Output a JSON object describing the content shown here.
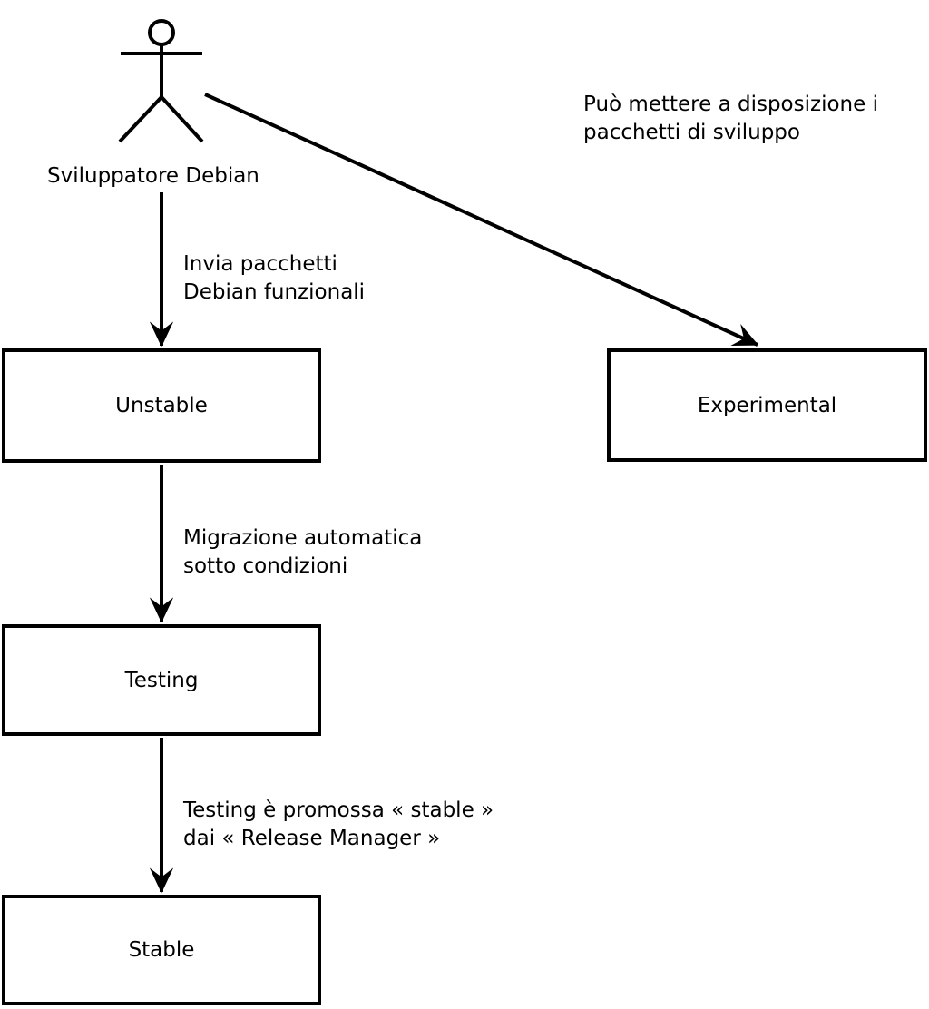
{
  "canvas": {
    "background_color": "#ffffff",
    "ink_color": "#000000"
  },
  "actor": {
    "label": "Sviluppatore Debian"
  },
  "nodes": {
    "unstable": {
      "label": "Unstable"
    },
    "experimental": {
      "label": "Experimental"
    },
    "testing": {
      "label": "Testing"
    },
    "stable": {
      "label": "Stable"
    }
  },
  "edges": {
    "actor_to_experimental": {
      "line1": "Può mettere a disposizione i",
      "line2": "pacchetti di sviluppo"
    },
    "actor_to_unstable": {
      "line1": "Invia pacchetti",
      "line2": "Debian funzionali"
    },
    "unstable_to_testing": {
      "line1": "Migrazione automatica",
      "line2": "sotto condizioni"
    },
    "testing_to_stable": {
      "line1": "Testing è promossa « stable »",
      "line2": "dai « Release Manager »"
    }
  }
}
